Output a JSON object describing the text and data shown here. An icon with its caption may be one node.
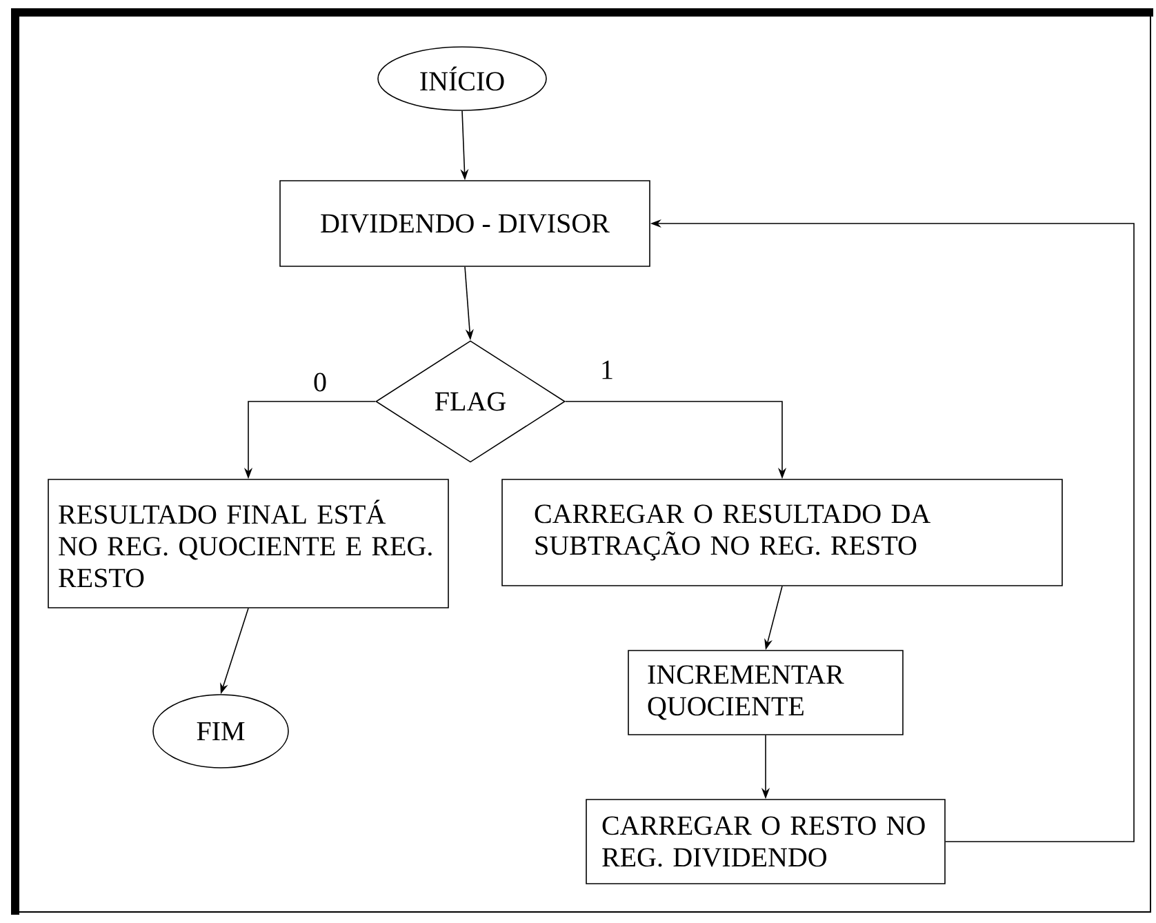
{
  "diagram": {
    "nodes": [
      {
        "text": [
          "INÍCIO"
        ]
      },
      {
        "text": [
          "DIVIDENDO - DIVISOR"
        ]
      },
      {
        "text": [
          "FLAG"
        ]
      },
      {
        "text": [
          "RESULTADO FINAL ESTÁ NO REG. QUOCIENTE E REG. RESTO"
        ]
      },
      {
        "text": [
          "FIM"
        ]
      },
      {
        "text": [
          "CARREGAR O RESULTADO DA SUBTRAÇÃO NO REG. RESTO"
        ]
      },
      {
        "text": [
          "INCREMENTAR QUOCIENTE"
        ]
      },
      {
        "text": [
          "CARREGAR O RESTO NO REG. DIVIDENDO"
        ]
      }
    ],
    "edges": [
      {
        "from": 0,
        "to": 1,
        "arrow": "to"
      },
      {
        "from": 1,
        "to": 2,
        "arrow": "to"
      },
      {
        "from": 2,
        "to": 3,
        "arrow": "to",
        "label": "0"
      },
      {
        "from": 2,
        "to": 5,
        "arrow": "to",
        "label": "1"
      },
      {
        "from": 3,
        "to": 4,
        "arrow": "to"
      },
      {
        "from": 5,
        "to": 6,
        "arrow": "to"
      },
      {
        "from": 6,
        "to": 7,
        "arrow": "to"
      },
      {
        "from": 7,
        "to": 1,
        "arrow": "to"
      }
    ]
  }
}
